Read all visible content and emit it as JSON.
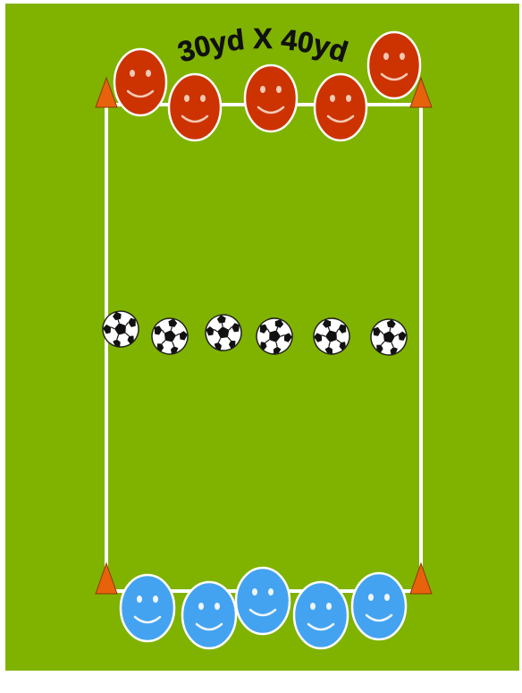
{
  "diagram": {
    "field_label": "30yd X 40yd",
    "colors": {
      "grass": "#80b300",
      "field_lines": "#ffffff",
      "cones": "#e8620c",
      "red_team": "#cc3300",
      "blue_team": "#44a3f0",
      "ball": "#ffffff"
    },
    "red_team_count": 5,
    "blue_team_count": 5,
    "ball_count": 6,
    "cone_count": 4
  }
}
